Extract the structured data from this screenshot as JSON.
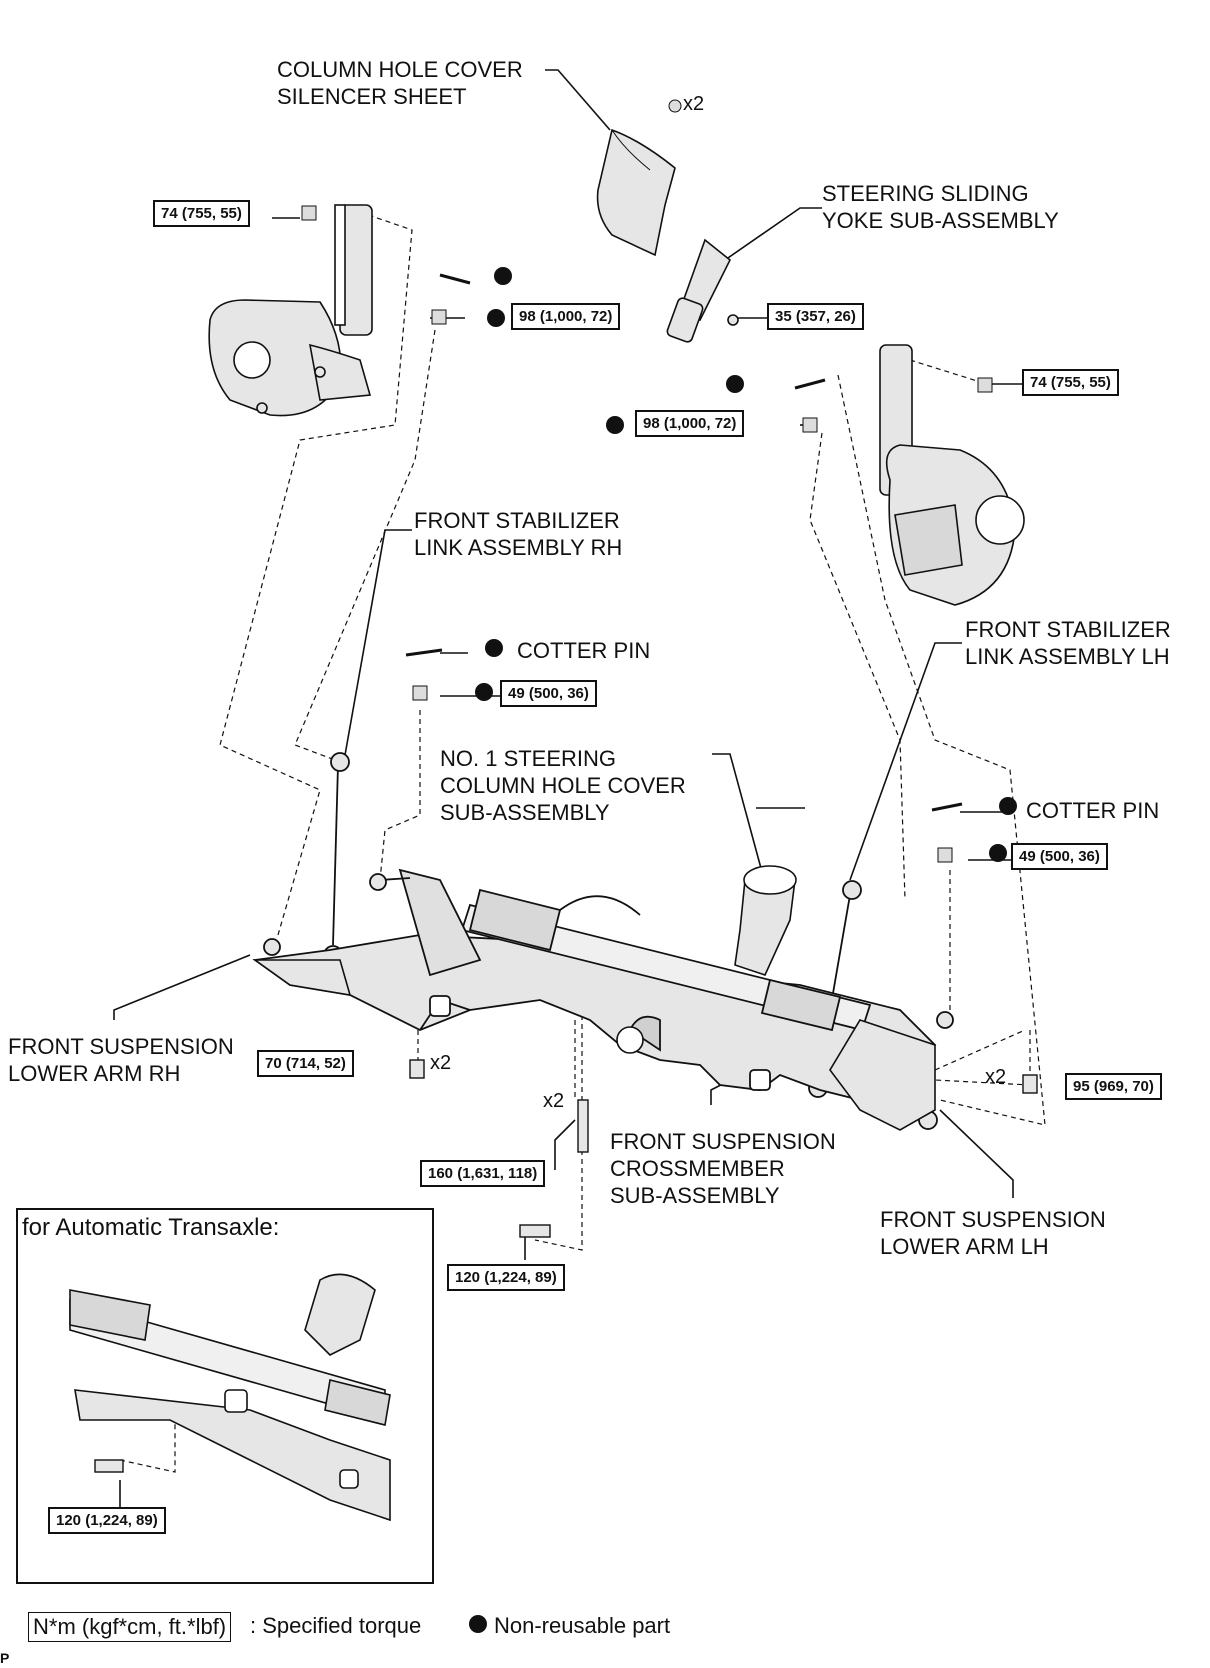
{
  "labels": {
    "column_hole_cover": "COLUMN HOLE COVER\nSILENCER SHEET",
    "steering_sliding_yoke": "STEERING SLIDING\nYOKE SUB-ASSEMBLY",
    "stabilizer_link_rh": "FRONT STABILIZER\nLINK ASSEMBLY RH",
    "stabilizer_link_lh": "FRONT STABILIZER\nLINK ASSEMBLY LH",
    "cotter_pin_1": "COTTER PIN",
    "cotter_pin_2": "COTTER PIN",
    "no1_steering_cover": "NO. 1 STEERING\nCOLUMN HOLE COVER\nSUB-ASSEMBLY",
    "lower_arm_rh": "FRONT SUSPENSION\nLOWER ARM RH",
    "lower_arm_lh": "FRONT SUSPENSION\nLOWER ARM LH",
    "crossmember": "FRONT SUSPENSION\nCROSSMEMBER\nSUB-ASSEMBLY"
  },
  "quantities": {
    "q_cover_nut": "x2",
    "q_lower_arm_rh_bolt": "x2",
    "q_crossmember_bolt": "x2",
    "q_lower_arm_lh_bolt": "x2"
  },
  "torques": {
    "t1": "74 (755, 55)",
    "t2": "98 (1,000, 72)",
    "t3": "35 (357, 26)",
    "t4": "74 (755, 55)",
    "t5": "98 (1,000, 72)",
    "t6": "49 (500, 36)",
    "t7": "49 (500, 36)",
    "t8": "70 (714, 52)",
    "t9": "95 (969, 70)",
    "t10": "160 (1,631, 118)",
    "t11": "120 (1,224, 89)",
    "t12": "120 (1,224, 89)"
  },
  "inset": {
    "title": "for Automatic Transaxle:"
  },
  "legend": {
    "unit_box": "N*m (kgf*cm, ft.*lbf)",
    "unit_desc": ": Specified torque",
    "nonreusable_desc": "Non-reusable part"
  },
  "corner_mark": "P",
  "colors": {
    "ink": "#111111",
    "part_fill": "#e6e6e6",
    "background": "#ffffff"
  }
}
